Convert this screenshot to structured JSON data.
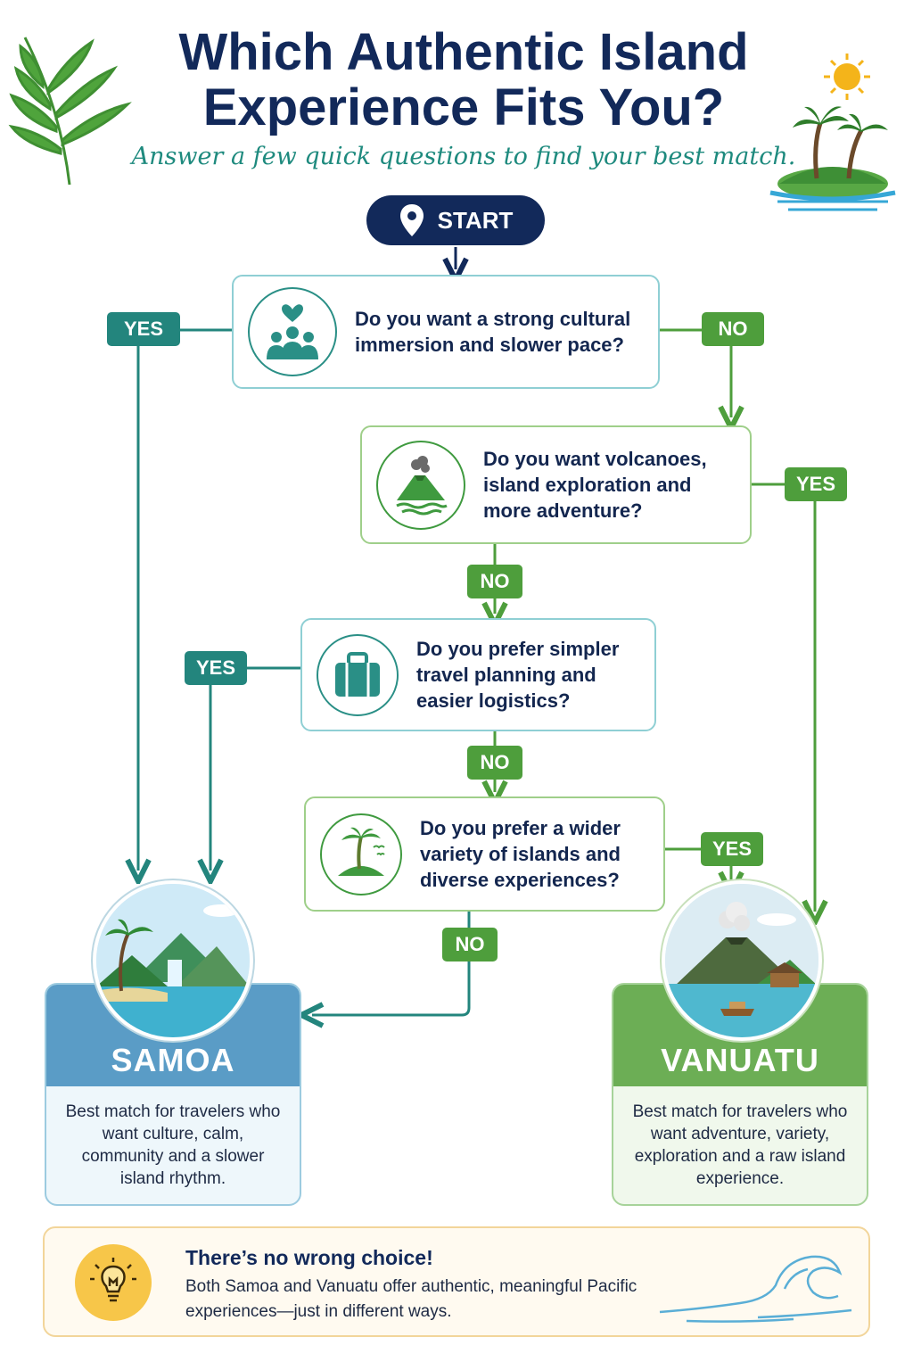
{
  "header": {
    "title": "Which Authentic Island Experience Fits You?",
    "subtitle": "Answer a few quick questions to find your best match."
  },
  "start": {
    "label": "START",
    "icon": "location-pin-icon"
  },
  "questions": [
    {
      "id": "q1",
      "text": "Do you want a strong cultural immersion and slower pace?",
      "icon": "community-icon"
    },
    {
      "id": "q2",
      "text": "Do you want volcanoes, island exploration and more adventure?",
      "icon": "volcano-icon"
    },
    {
      "id": "q3",
      "text": "Do you prefer simpler travel planning and easier logistics?",
      "icon": "suitcase-icon"
    },
    {
      "id": "q4",
      "text": "Do you prefer a wider variety of islands and diverse experiences?",
      "icon": "island-palm-icon"
    }
  ],
  "answers": {
    "yes": "YES",
    "no": "NO"
  },
  "results": {
    "samoa": {
      "name": "SAMOA",
      "description": "Best match for travelers who want culture, calm, community and a slower island rhythm."
    },
    "vanuatu": {
      "name": "VANUATU",
      "description": "Best match for travelers who want adventure, variety, exploration and a raw island experience."
    }
  },
  "footer": {
    "title": "There’s no wrong choice!",
    "text": "Both Samoa and Vanuatu offer authentic, meaningful Pacific experiences—just in different ways.",
    "icon": "lightbulb-icon"
  },
  "colors": {
    "navy": "#12295a",
    "teal": "#23857d",
    "green": "#4e9e3c",
    "samoa": "#5a9cc6",
    "vanuatu": "#6cae55"
  }
}
